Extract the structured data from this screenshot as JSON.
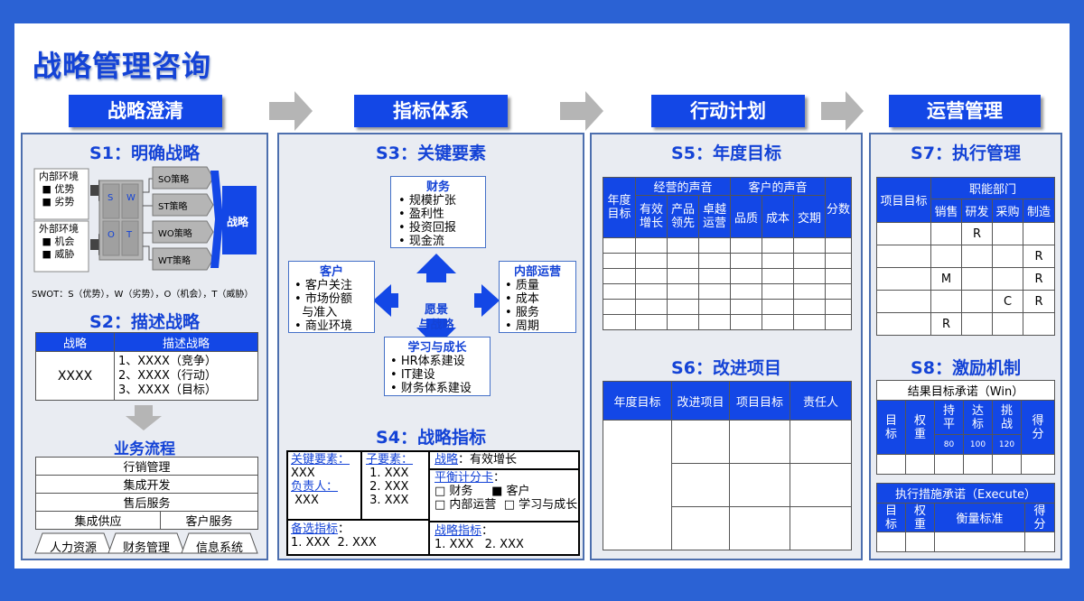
{
  "page": {
    "title": "战略管理咨询"
  },
  "headers": [
    "战略澄清",
    "指标体系",
    "行动计划",
    "运营管理"
  ],
  "s1": {
    "title": "S1：明确战略",
    "internal": {
      "title": "内部环境",
      "items": [
        "优势",
        "劣势"
      ]
    },
    "external": {
      "title": "外部环境",
      "items": [
        "机会",
        "威胁"
      ]
    },
    "swot": [
      "S",
      "W",
      "O",
      "T"
    ],
    "strategies": [
      "SO策略",
      "ST策略",
      "WO策略",
      "WT策略"
    ],
    "result": "战略",
    "note": "SWOT：S（优势），W（劣势），O（机会），T（威胁）"
  },
  "s2": {
    "title": "S2：描述战略",
    "col1": "战略",
    "col2": "描述战略",
    "cell": "XXXX",
    "lines": [
      "1、XXXX（竞争）",
      "2、XXXX（行动）",
      "3、XXXX（目标）"
    ]
  },
  "flow": {
    "title": "业务流程",
    "rows": [
      "行销管理",
      "集成开发",
      "售后服务"
    ],
    "row4": [
      "集成供应",
      "客户服务"
    ],
    "support": [
      "人力资源",
      "财务管理",
      "信息系统"
    ]
  },
  "s3": {
    "title": "S3：关键要素",
    "center": [
      "愿景",
      "与战略"
    ],
    "finance": {
      "title": "财务",
      "items": [
        "规模扩张",
        "盈利性",
        "投资回报",
        "现金流"
      ]
    },
    "customer": {
      "title": "客户",
      "items": [
        "客户关注",
        "市场份额",
        "与准入",
        "商业环境"
      ]
    },
    "internal": {
      "title": "内部运营",
      "items": [
        "质量",
        "成本",
        "服务",
        "周期"
      ]
    },
    "learning": {
      "title": "学习与成长",
      "items": [
        "HR体系建设",
        "IT建设",
        "财务体系建设"
      ]
    }
  },
  "s4": {
    "title": "S4：战略指标",
    "key_label": "关键要素：",
    "key_value": "XXX",
    "owner_label": "负责人：",
    "owner_value": "XXX",
    "sub_label": "子要素：",
    "sub_items": [
      "1. XXX",
      "2. XXX",
      "3. XXX"
    ],
    "strategy_label": "战略",
    "strategy_value": "：有效增长",
    "bsc_label": "平衡计分卡",
    "bsc_colon": "：",
    "bsc": [
      "□ 财务",
      "■ 客户",
      "□ 内部运营",
      "□ 学习与成长"
    ],
    "alt_label": "备选指标",
    "alt_colon": "：",
    "alt_value": "1. XXX  2. XXX",
    "ind_label": "战略指标",
    "ind_colon": "：",
    "ind_value": "1. XXX   2. XXX"
  },
  "s5": {
    "title": "S5：年度目标",
    "annual": "年度目标",
    "group1": "经营的声音",
    "group2": "客户的声音",
    "score": "分数",
    "sub1": [
      "有效增长",
      "产品领先",
      "卓越运营"
    ],
    "sub2": [
      "品质",
      "成本",
      "交期"
    ]
  },
  "s6": {
    "title": "S6：改进项目",
    "cols": [
      "年度目标",
      "改进项目",
      "项目目标",
      "责任人"
    ]
  },
  "s7": {
    "title": "S7：执行管理",
    "col1": "项目目标",
    "group": "职能部门",
    "depts": [
      "销售",
      "研发",
      "采购",
      "制造"
    ],
    "rows": [
      [
        "",
        "",
        "R",
        "",
        ""
      ],
      [
        "",
        "",
        "",
        "",
        "R"
      ],
      [
        "",
        "M",
        "",
        "",
        "R"
      ],
      [
        "",
        "",
        "",
        "C",
        "R"
      ],
      [
        "",
        "R",
        "",
        "",
        ""
      ]
    ]
  },
  "s8": {
    "title": "S8：激励机制",
    "win": "结果目标承诺（Win）",
    "c1": "目标",
    "c2": "权重",
    "levels": [
      {
        "name": "持平",
        "val": "80"
      },
      {
        "name": "达标",
        "val": "100"
      },
      {
        "name": "挑战",
        "val": "120"
      }
    ],
    "c6": "得分",
    "exec": "执行措施承诺（Execute）",
    "e3": "衡量标准"
  }
}
